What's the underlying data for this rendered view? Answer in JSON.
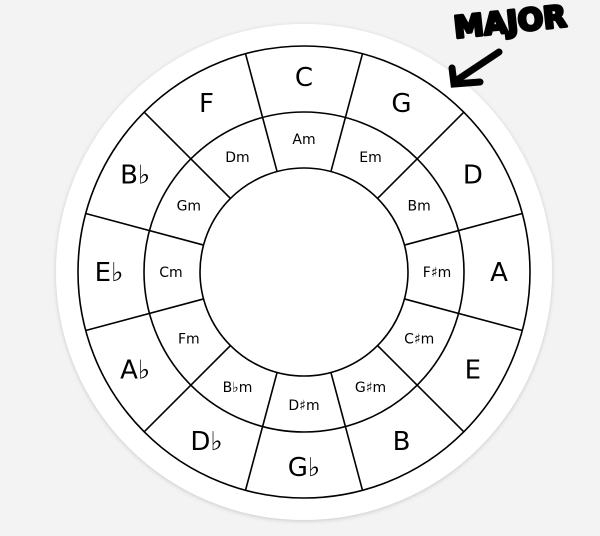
{
  "annotation": {
    "text": "MAJOR",
    "icon": "arrow-icon"
  },
  "circle_of_fifths": {
    "major_keys": [
      "C",
      "G",
      "D",
      "A",
      "E",
      "B",
      "G♭",
      "D♭",
      "A♭",
      "E♭",
      "B♭",
      "F"
    ],
    "minor_keys": [
      "Am",
      "Em",
      "Bm",
      "F♯m",
      "C♯m",
      "G♯m",
      "D♯m",
      "B♭m",
      "Fm",
      "Cm",
      "Gm",
      "Dm"
    ]
  },
  "colors": {
    "background": "#f3f3f3",
    "sticker": "#ffffff",
    "lines": "#000000"
  }
}
